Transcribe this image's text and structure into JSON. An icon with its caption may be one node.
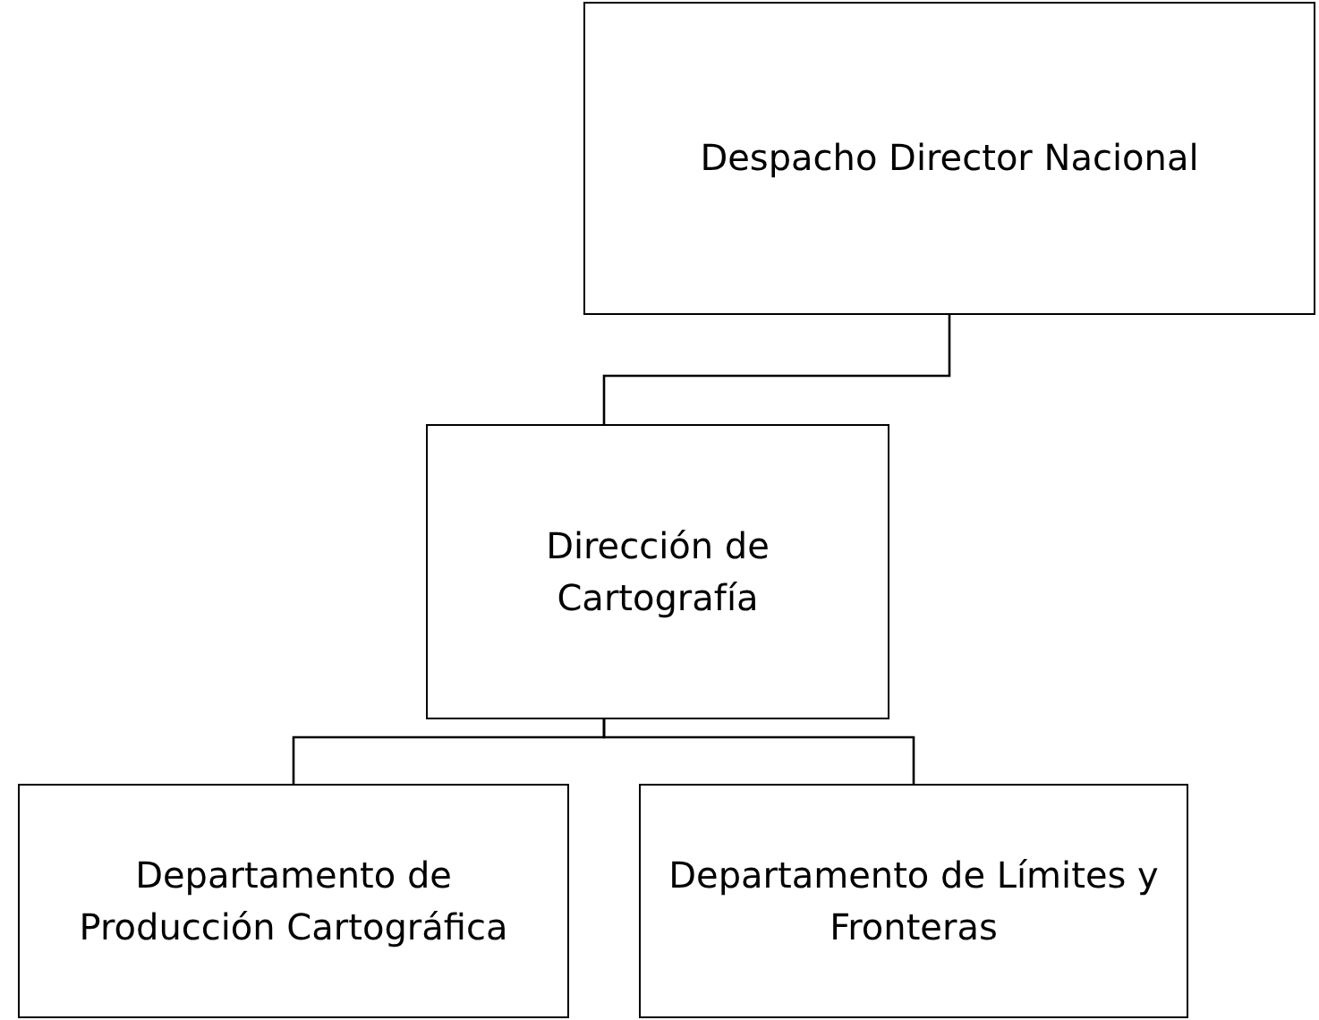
{
  "diagram": {
    "nodes": [
      {
        "text": [
          "Despacho Director Nacional"
        ]
      },
      {
        "text": [
          "Dirección de Cartografía"
        ]
      },
      {
        "text": [
          "Departamento de Producción Cartográfica"
        ]
      },
      {
        "text": [
          "Departamento de Límites y Fronteras"
        ]
      }
    ],
    "edges": [
      {
        "from": 0,
        "to": 1,
        "arrow": "none"
      },
      {
        "from": 1,
        "to": 2,
        "arrow": "none"
      },
      {
        "from": 1,
        "to": 3,
        "arrow": "none"
      }
    ]
  }
}
